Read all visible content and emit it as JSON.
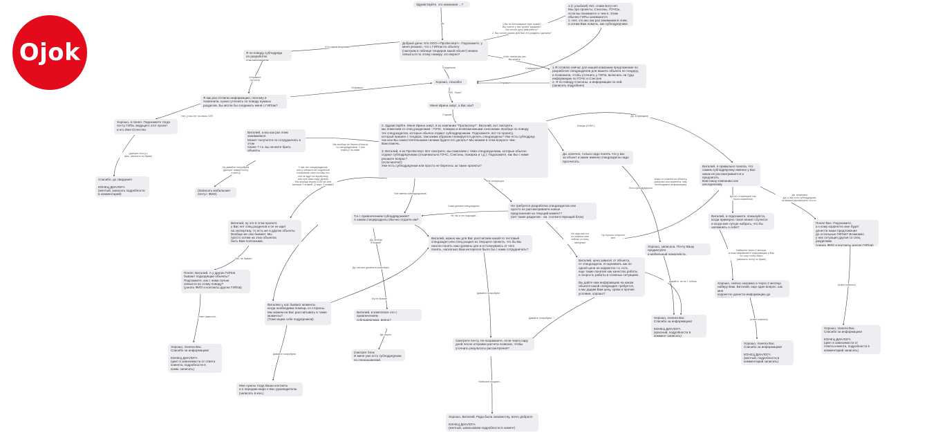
{
  "logo": {
    "text": "Ojok",
    "color": "#e30a1c"
  },
  "nodes": {
    "greet": "Здравствуйте, это компания ...?",
    "intro": "Добрый день! Это ООО «ПроЭксперт». Подскажите, у\nменя указано, что с ГИПом по объекту\n(смотрим в таблице тендеров какой объект) можно\nсвязаться по этому номеру, это верно?",
    "dev": "Я по поводу субподряда\nпо разработке специразделов",
    "joke": "1.(с улыбкой) Нет, слава Богу нет.\nМы про проекты, Сэнсоны, ГОЧСы,\nесли вы понимаете о чем я. Этим\nобычно ГИПы занимаются.\n2. Нет, это мы как раз занимаемся этим,\nи хотим Вам помочь, как субподрядчики",
    "offer": "1.Я готовлю сейчас для нашей компании предложение по\nразработке спецразделов для вашего объекта по тендеру,\nи позвонила, чтобы уточнить у ГИПа, включать ли туда\nинформацию по ГОЧС и Сэнсоне\n2. Я по поводу Сэнсоны, и информации по ней.\n(записать подробнее)",
    "good": "Хорошо, спасибо!",
    "irina": "Меня Ирина зовут, а Вас как?",
    "prepare": "Я как раз готовлю информацию, поэтому и\nпозвонила, нужно уточнить по поводу нужных\nразделов. Вы могли бы соединить меня с ГИПом?",
    "contact": "Хорошо, я понял. Подскажите тогда\nпочту ГИПа, ведущего этот проект\nи его Имя Отчество",
    "bye1": "Спасибо, до свидания!\n\nКОНЕЦ ДИАЛОГА\n(желтый, записать подробности\nв комментарий)",
    "main": "2. Здравствуйте. Меня Ирина зовут, я из компании \"ПроЭксперт\". Виталий, вот смотрите,\nмы помогаем со спец.разделами - ГОЧС, пожарка и всевозможными сэнсонами. Вообще по поводу\nтех спецразделов, которые обычно отдают субподрядчикам. Подскажите, вот по проекту,\nкоторый пришел с тендера, там каким образом планируется делать спецразделы? Уже есть субподряд-\nчик или Вы самостоятельными силами будете его делать? Мы можем в этом вопросе чем-\nВам помочь.\n\n3. Виталий, я из ПроЭксперт. Вот смотрите, мы помогаем с теми спецразделами, которые обычно\nотдают субподрядчикам (отшиниально ГОЧС, Сэнсоны, пожарка и т.д.). Подскажите, как Вы с ними\nрешаете вопрос?\n(если молчит)\nУже есть субподрядчики или просто не беретесь за такие проекты?",
    "vit_busy": "Виталий, а мы как раз этим занимаемся.\nМожет получится по сотрудничать в этом\nплане ? т.к. вы начнете брать объекты\nподходящие, а мы будем для Вас делать\nспецразделы. Что скажете?",
    "noted": "(Записать мобильник+\nпочту+ ФИО)",
    "dunno": "Да, конечно, только надо понять что у вас\nза объект и какие именно спецразделы надо\nпросчитать.",
    "vit_right": "Виталий, я правильно поняла, что\nсамим субподрядчику именно у Вас\nникак не рассматривается и предлагать\nВам нашу компанию как альтернативу\nбессмысленно?",
    "not_req": "Не требуется разработка спецразделов или\nпросто не рассматриваете новые\nпредложения на текущий момент?\n(нет такие разделов - см. соответствующий блок)",
    "with_sub": "Т.е с привлечением субподрядчиков?\nА каким специразделы обычно отдаете им?",
    "vit_maybe": "Виталий, ну это в этом проекте\nу Вас нет спец.разделов и он не идет\nна экспертизу, то есть же и другие объекты.\nВообще же они бывают. Мы\nпросто хотим на этих объектах\nбыть Вам полезными.",
    "vit_calc": "Виталий, можно мы для Вас рассчитаем какой-то тестовый\nспецраздел или спец.раздел из текущего проекта, что бы Вы\nсмогли понять наш уровень цен и оттолкнуваясь от чего\nпонять, насколько Вам интересно было бы с нами сотрудничать?",
    "sent": "Хорошо, записала. Почту Вашу продиктуйте\nи мобильный пожалуйста.",
    "vit_ask": "Виталий, а подскажите, пожалуйста,\nкогда примерно такое может случится\nи когда мне лучше набрать, что бы\nнапомнить о себе?",
    "understood_r": "Понял Вас. Подскажите,\nа к кому корректно мне будет\nдонести наше предложение\nдо остальных ГИПов? Возможно\nу них ситуация другая со спец\nразделами\n(узнать ФИО и контакты других ГИПов)",
    "understood_l": "Понял, Виталий. А у других ГИПов\nбывают подходящие объекты?\nПодскажите, как с ними лучше\nсвязатся по этому поводу?\n(узнать ФИО и контакты других ГИПов)",
    "depends": "Виталий, цена зависит от объекта,\nот спецраздела. И оценивать как по\nодной цене не корректно т.к. есть\nеще такие понятия как качество работы\nи скорость работы в сложных ситуациях.\n\nВы дайте нам информацию на каком\nобъекте какой спецраздел требуется,\nа мы дадим Вам цену, сроки и прочие\nусловия, хорошо?",
    "in_complex": "Виталий, в комплексе это с привлечением\nсубподрядчика, верно?",
    "vit_times": "Виталию у нас бывают моменты\nкогда необходима помощь со стороны.\nМы можем на Вас рассчитывать в такие\nмоменты?\n(Тоже ищем себе подрядчиков)",
    "good_tomorrow": "Хорошо, сейчас награжю и через 2 месяца\nнаберу Вам. Виталий, еще один вопрос, как мне\nкорректно донести информацию до остальных\nГИПов Вашей организации?",
    "end_l1": "Хорошо, поняла Вас.\nСпасибо за информацию!\n\nКОНЕЦ ДИАЛОГА\n(цвет в зависимости от ответа\nклиента, подробности в\nкомм. записать)",
    "end_r2": "Хорошо, поняла Вас\nСпасибо за информацию!\n\nКОНЕЦ ДИАЛОГА\n(красный, подробности в\nкоммент записать)",
    "end_r3": "Хорошо, поняла Вас.\nСпасибо за информацию!\n\nКОНЕЦ ДИАЛОГА\n(желтый, подробности в\nкомментарий записать)",
    "end_r4": "Хорошо, поняла Вас.\nСпасибо за информацию!\n\nКОНЕЦ ДИАЛОГА\n(цвет в зависимости от\nответа клиента, подробности в\nкомментарий записать)",
    "sketch": "(смотрит блок\nИ меня уже есть субподрядчики\nпо спецразделам)",
    "send_email": "Смотрите почту. Не возражаете, если через пару\nдней после отправки расчета позвоню, чтобы\nуточнить результаты рассмотрения?",
    "need_contacts": "Мне нужны тогда Ваши контакты\nи я передам инфо о Вас руководителю.\n(записать в кон.)",
    "bye_final": "Хорошо, Виталий. Рада была знакомству, всего доброго!\n\nКОНЕЦ ДИАЛОГА\n(желтый, записываем подробности в комент)"
  },
  "edge_labels": {
    "l_yes": "Да",
    "l_which": "1.Вы по Бенчмарков тире грамм?\nВы хотите у нас проект заказать?\nВы хотите дать нам работу?\n2. Вы хотите узнать для Вас эти разделы сделали?",
    "l_about": "А по каким вопросам?",
    "l_connected": "Соединили",
    "l_expected": "А вот этими как раз\nВы знаете",
    "l_sent_n": "Отправьте\nна почту",
    "l_sent_r": "Отправьте",
    "l_gip": "ГИП - Ваш?",
    "l_hello": "Слушай",
    "l_connected2": "Соединила",
    "l_no_conn": "Нет, у нас нет на связь ГИП",
    "l_send_me": "(диктует почту и\nфио, записать по букве)",
    "l_busy": "Мы вообще не берем объекты\nсо спецразделами. У нас\nпомогут за ними.",
    "l_mob": "Ну давайте попробуем\n(диктует номер+почту\nи почту)",
    "l_no_prepared": "У нас нет специразделов,\nили у объекта нет подобный\nпонимание этого потому что\nони не идут на экспертизу,\nили они сами надо делать\nМы вообще берем 1000 м2 или\nменьше 3 этажей. (2 варт, 3 этажат)",
    "l_have_sub": "Уже имеем субподрядчиков",
    "l_not_interested": "Не интересует",
    "l_info": "инфо от клиента по объекту\n(записать все моменты, нам\nнеобходимое информация)",
    "l_send_later": "Есть субподрядчики",
    "l_we_do": "Сами делаем спецразделы",
    "l_no_def": "Нет, не бывает",
    "l_sometimes": "Не так и что подходит...",
    "l_at_all": "Да, иногда\nв бывает",
    "l_rarely": "Иногда (2ОМ+)",
    "l_we_take": "Да, мы все делаем в комплексе",
    "l_no_prob": "Ну не бывает",
    "l_will": "Давайте попробуем",
    "l_ask": "Ответ известен..",
    "l_maybe": "Не надо как тот\nне сказали мне\nсейчас со спец\nнаилучше",
    "l_can": "Ну хорошо попросте\nмне",
    "l_need_all": "Давайте попробуем",
    "l_no_dates": "Давайте, но не 1 сейчас",
    "l_set_month": "Наберите через 2 месяца,\nа пока направляете информацию и Вас\nпо гипу чтобы было\n(записать почту по букве)",
    "l_answer": "(ответ клиента)",
    "l_answer2": "(ответ клиента)",
    "l_answer3": "(ответ клиента)",
    "l_call_after": "Наберите позднее...",
    "l_now_ok": "Да нет, в принципе нас\nбыла появления",
    "l_yes_need": "Да, возможно\nДа, у нас есть субподрядчик,\nно можем рассмотреть что-то...",
    "l_yes_pro": "Да, в принципе",
    "l_let": "Давайте попробуем",
    "l_try": "Давайте попробуем",
    "l_tell": "Да, верно"
  },
  "colors": {
    "node_bg": "#eceef2",
    "edge": "#444444",
    "text": "#333333"
  }
}
